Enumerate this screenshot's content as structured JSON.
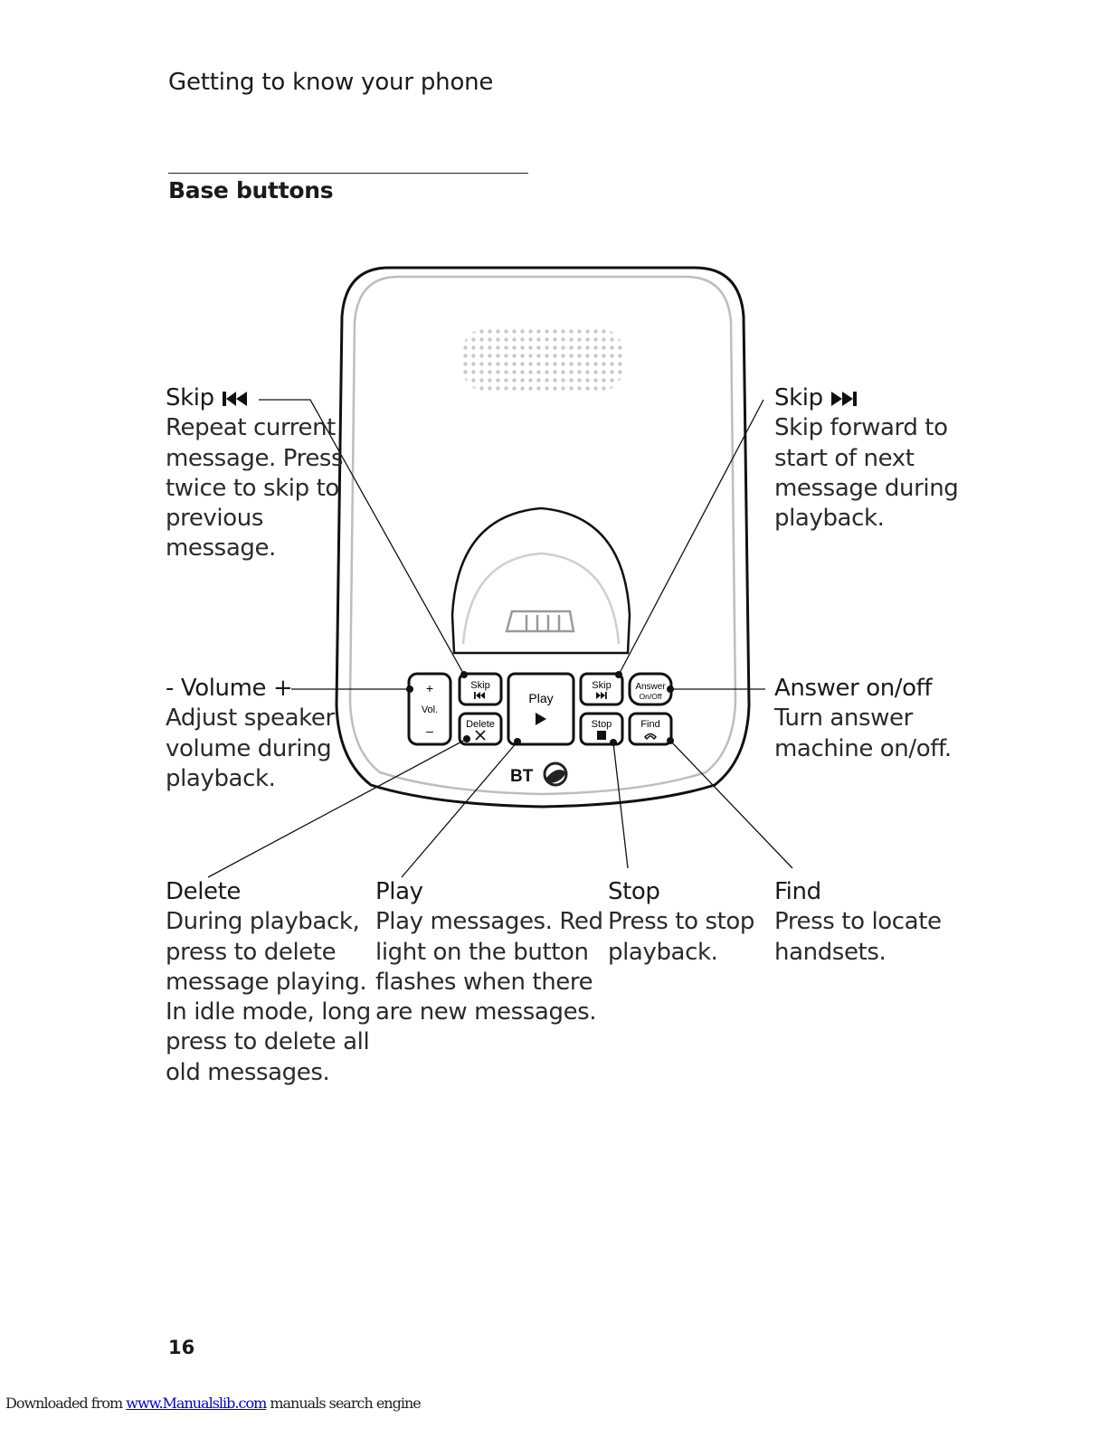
{
  "page": {
    "section_header": "Getting to know your phone",
    "section_title": "Base buttons",
    "page_number": "16"
  },
  "callouts": {
    "skip_back": {
      "title": "Skip",
      "icon": "skip-back-icon",
      "desc": "Repeat current\nmessage. Press\ntwice to skip to\nprevious\nmessage."
    },
    "skip_forward": {
      "title": "Skip",
      "icon": "skip-forward-icon",
      "desc": "Skip forward to\nstart of next\nmessage during\nplayback."
    },
    "volume": {
      "title": "- Volume +",
      "desc": "Adjust speaker\nvolume during\nplayback."
    },
    "answer": {
      "title": "Answer on/off",
      "desc": "Turn answer\nmachine on/off."
    },
    "delete": {
      "title": "Delete",
      "desc": "During playback,\npress to delete\nmessage playing.\nIn idle mode, long\npress to delete all\nold messages."
    },
    "play": {
      "title": "Play",
      "desc": "Play messages. Red\nlight on the button\nflashes when there\nare new messages."
    },
    "stop": {
      "title": "Stop",
      "desc": "Press to stop\nplayback."
    },
    "find": {
      "title": "Find",
      "desc": "Press to locate\nhandsets."
    }
  },
  "base_buttons": {
    "vol_plus": "+",
    "vol_label": "Vol.",
    "vol_minus": "–",
    "skip_back": "Skip",
    "delete": "Delete",
    "play": "Play",
    "skip_forward": "Skip",
    "stop": "Stop",
    "answer_line1": "Answer",
    "answer_line2": "On/Off",
    "find": "Find",
    "logo": "BT"
  },
  "footer": {
    "prefix": "Downloaded from ",
    "link": "www.Manualslib.com",
    "suffix": "  manuals search engine"
  }
}
